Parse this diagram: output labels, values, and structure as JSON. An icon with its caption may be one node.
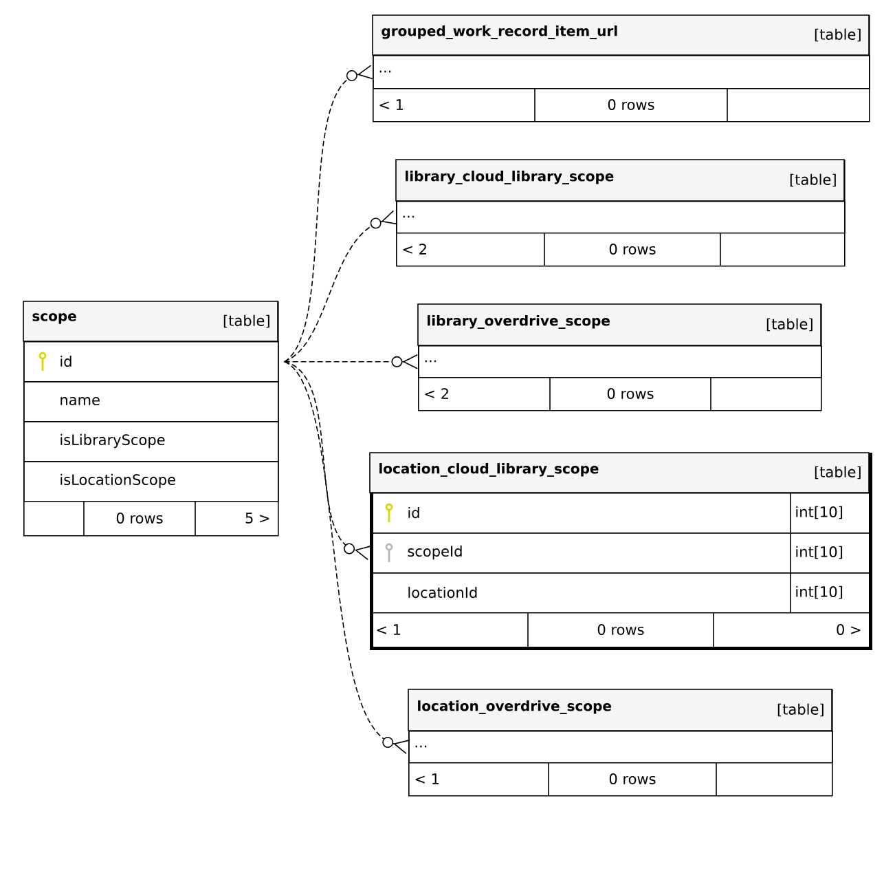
{
  "diagram": {
    "nodes": [
      {
        "text": [
          "scope",
          "[table]",
          "0 rows",
          "5 >"
        ]
      },
      {
        "text": [
          "id"
        ],
        "in": 0
      },
      {
        "text": [
          "name"
        ],
        "in": 0
      },
      {
        "text": [
          "isLibraryScope"
        ],
        "in": 0
      },
      {
        "text": [
          "isLocationScope"
        ],
        "in": 0
      },
      {
        "text": [
          "grouped_work_record_item_url",
          "[table]",
          "< 1",
          "0 rows"
        ]
      },
      {
        "text": [
          "..."
        ],
        "in": 5
      },
      {
        "text": [
          "library_cloud_library_scope",
          "[table]",
          "< 2",
          "0 rows"
        ]
      },
      {
        "text": [
          "..."
        ],
        "in": 7
      },
      {
        "text": [
          "library_overdrive_scope",
          "[table]",
          "< 2",
          "0 rows"
        ]
      },
      {
        "text": [
          "..."
        ],
        "in": 9
      },
      {
        "text": [
          "location_cloud_library_scope",
          "[table]",
          "< 1",
          "0 rows",
          "0 >"
        ]
      },
      {
        "text": [
          "id",
          "int[10]"
        ],
        "in": 11
      },
      {
        "text": [
          "scopeId",
          "int[10]"
        ],
        "in": 11
      },
      {
        "text": [
          "locationId",
          "int[10]"
        ],
        "in": 11
      },
      {
        "text": [
          "location_overdrive_scope",
          "[table]",
          "< 1",
          "0 rows"
        ]
      },
      {
        "text": [
          "..."
        ],
        "in": 15
      }
    ],
    "edges": [
      {
        "from": 1,
        "to": 6,
        "arrow": "other",
        "style": "dashed"
      },
      {
        "from": 1,
        "to": 8,
        "arrow": "other",
        "style": "dashed"
      },
      {
        "from": 1,
        "to": 10,
        "arrow": "other",
        "style": "dashed"
      },
      {
        "from": 1,
        "to": 13,
        "arrow": "other",
        "style": "dashed"
      },
      {
        "from": 1,
        "to": 16,
        "arrow": "other",
        "style": "dashed"
      }
    ]
  }
}
